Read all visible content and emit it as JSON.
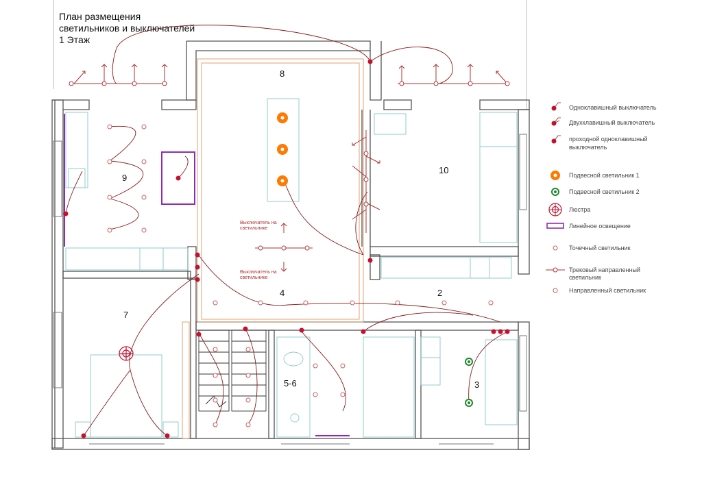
{
  "title": {
    "line1": "План размещения",
    "line2": "светильников и выключателей",
    "line3": "1 Этаж"
  },
  "rooms": {
    "r8": "8",
    "r9": "9",
    "r10": "10",
    "r4": "4",
    "r2": "2",
    "r7": "7",
    "r56": "5-6",
    "r3": "3"
  },
  "notes": {
    "upper_line1": "Выключатель на",
    "upper_line2": "светильнике",
    "lower_line1": "Выключатель на",
    "lower_line2": "светильнике"
  },
  "legend": {
    "single_switch": "Одноклавишный выключатель",
    "double_switch": "Двухклавишный выключатель",
    "passthrough_line1": "проходной одноклавишный",
    "passthrough_line2": "выключатель",
    "pendant1": "Подвесной светильник 1",
    "pendant2": "Подвесной светильник 2",
    "chandelier": "Люстра",
    "linear": "Линейное освещение",
    "spot": "Точечный светильник",
    "track_line1": "Трековый направленный",
    "track_line2": "светильник",
    "directional": "Направленный светильник"
  },
  "colors": {
    "wall": "#555555",
    "wire": "#8b1a1a",
    "switch": "#c8102e",
    "pendant1": "#ff7a00",
    "pendant2": "#1f8a2e",
    "linear": "#8e2bb3",
    "beam": "#e0a070",
    "furniture": "#88c8c8"
  }
}
